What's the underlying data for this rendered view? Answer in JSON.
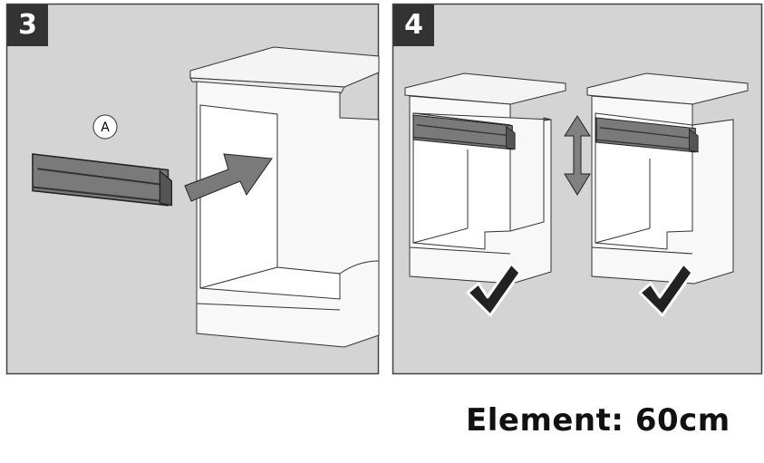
{
  "steps": [
    {
      "number": "3",
      "callout": "A"
    },
    {
      "number": "4"
    }
  ],
  "caption": "Element: 60cm",
  "colors": {
    "panel_bg": "#d4d4d4",
    "label_bg": "#333333",
    "part": "#7a7a7a",
    "arrow": "#808080",
    "check": "#222222"
  }
}
